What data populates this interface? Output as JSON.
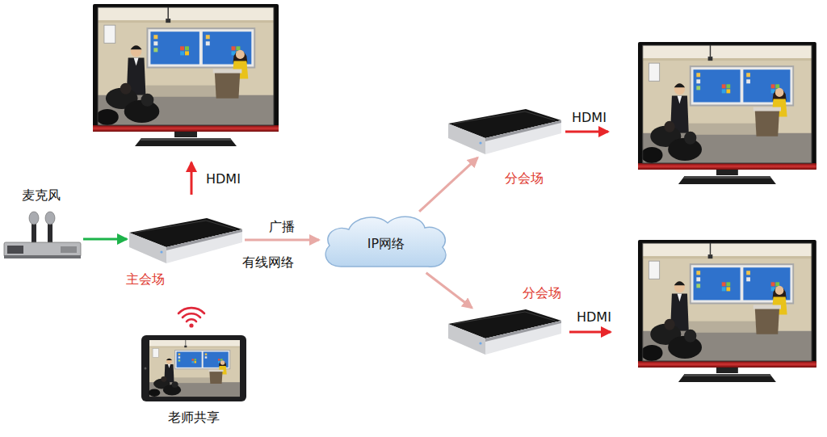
{
  "diagram": {
    "nodes": [
      {
        "text": [
          "麦克风"
        ]
      },
      {
        "text": [
          "主会场"
        ]
      },
      {
        "text": [
          "IP网络"
        ]
      },
      {
        "text": [
          "分会场"
        ]
      },
      {
        "text": [
          "分会场"
        ]
      },
      {
        "text": [
          "老师共享"
        ]
      }
    ],
    "edges": [
      {
        "from": 0,
        "to": 1,
        "arrow": "to"
      },
      {
        "from": 1,
        "to": 2,
        "arrow": "to",
        "label": "广播"
      },
      {
        "from": 2,
        "to": 3,
        "arrow": "to"
      },
      {
        "from": 2,
        "to": 4,
        "arrow": "to"
      }
    ],
    "labels": [
      "HDMI",
      "HDMI",
      "有线网络",
      "HDMI"
    ]
  }
}
